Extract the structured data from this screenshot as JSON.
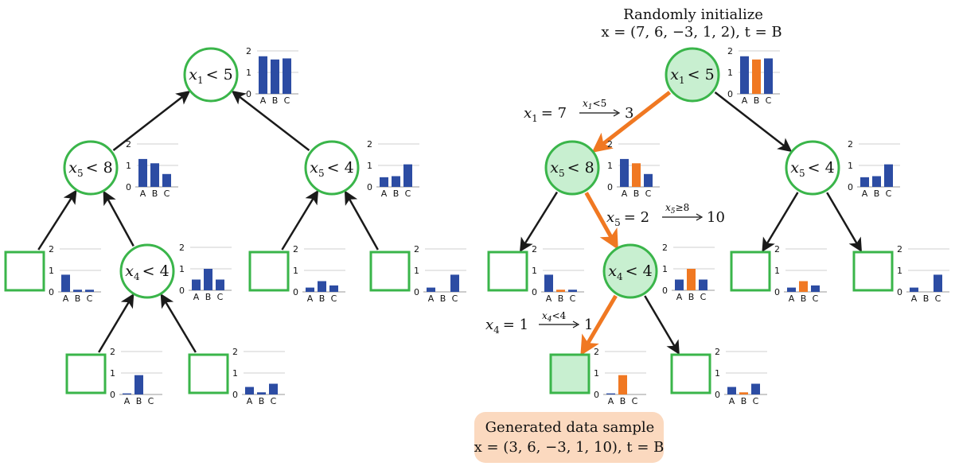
{
  "colors": {
    "node_stroke": "#3ab54a",
    "node_fill_active": "#c8efd0",
    "bar_blue": "#2c4ca3",
    "bar_orange": "#f07822",
    "arrow_black": "#1a1a1a",
    "arrow_orange": "#f07822",
    "sample_box": "#fbd9bf",
    "grid": "#cfcfcf"
  },
  "chart_axis": {
    "ticks": [
      "0",
      "1",
      "2"
    ],
    "categories": [
      "A",
      "B",
      "C"
    ]
  },
  "left_tree": {
    "root": {
      "var": "x",
      "sub": "1",
      "op": "< 5",
      "hist": [
        1.75,
        1.6,
        1.65
      ]
    },
    "l1_left": {
      "var": "x",
      "sub": "5",
      "op": "< 8",
      "hist": [
        1.3,
        1.1,
        0.6
      ]
    },
    "l1_right": {
      "var": "x",
      "sub": "5",
      "op": "< 4",
      "hist": [
        0.45,
        0.5,
        1.05
      ]
    },
    "leaf_ll": {
      "hist": [
        0.8,
        0.1,
        0.1
      ]
    },
    "inner": {
      "var": "x",
      "sub": "4",
      "op": "< 4",
      "hist": [
        0.5,
        1.0,
        0.5
      ]
    },
    "leaf_rl": {
      "hist": [
        0.2,
        0.5,
        0.3
      ]
    },
    "leaf_rr": {
      "hist": [
        0.2,
        0.0,
        0.8
      ]
    },
    "leaf_il": {
      "hist": [
        0.05,
        0.9,
        0.0
      ]
    },
    "leaf_ir": {
      "hist": [
        0.35,
        0.1,
        0.5
      ]
    }
  },
  "right_tree": {
    "title_line1": "Randomly initialize",
    "title_line2": "x = (7, 6, −3, 1, 2), t = B",
    "root": {
      "var": "x",
      "sub": "1",
      "op": "< 5",
      "hist": [
        1.75,
        1.6,
        1.65
      ],
      "highlight": 1
    },
    "l1_left": {
      "var": "x",
      "sub": "5",
      "op": "< 8",
      "hist": [
        1.3,
        1.1,
        0.6
      ],
      "highlight": 1
    },
    "l1_right": {
      "var": "x",
      "sub": "5",
      "op": "< 4",
      "hist": [
        0.45,
        0.5,
        1.05
      ],
      "highlight": -1
    },
    "leaf_ll": {
      "hist": [
        0.8,
        0.1,
        0.1
      ],
      "highlight": 1
    },
    "inner": {
      "var": "x",
      "sub": "4",
      "op": "< 4",
      "hist": [
        0.5,
        1.0,
        0.5
      ],
      "highlight": 1
    },
    "leaf_rl": {
      "hist": [
        0.2,
        0.5,
        0.3
      ],
      "highlight": 1
    },
    "leaf_rr": {
      "hist": [
        0.2,
        0.0,
        0.8
      ],
      "highlight": -1
    },
    "leaf_il": {
      "hist": [
        0.05,
        0.9,
        0.0
      ],
      "highlight": 1
    },
    "leaf_ir": {
      "hist": [
        0.35,
        0.1,
        0.5
      ],
      "highlight": 1
    },
    "step1": {
      "lhs": "x",
      "sub": "1",
      "eq": "= 7",
      "cond_var": "x",
      "cond_sub": "1",
      "cond_op": "<5",
      "result": "3"
    },
    "step2": {
      "lhs": "x",
      "sub": "5",
      "eq": "= 2",
      "cond_var": "x",
      "cond_sub": "5",
      "cond_op": "≥8",
      "result": "10"
    },
    "step3": {
      "lhs": "x",
      "sub": "4",
      "eq": "= 1",
      "cond_var": "x",
      "cond_sub": "4",
      "cond_op": "<4",
      "result": "1"
    },
    "sample_line1": "Generated data sample",
    "sample_line2": "x = (3, 6, −3, 1, 10), t = B"
  }
}
